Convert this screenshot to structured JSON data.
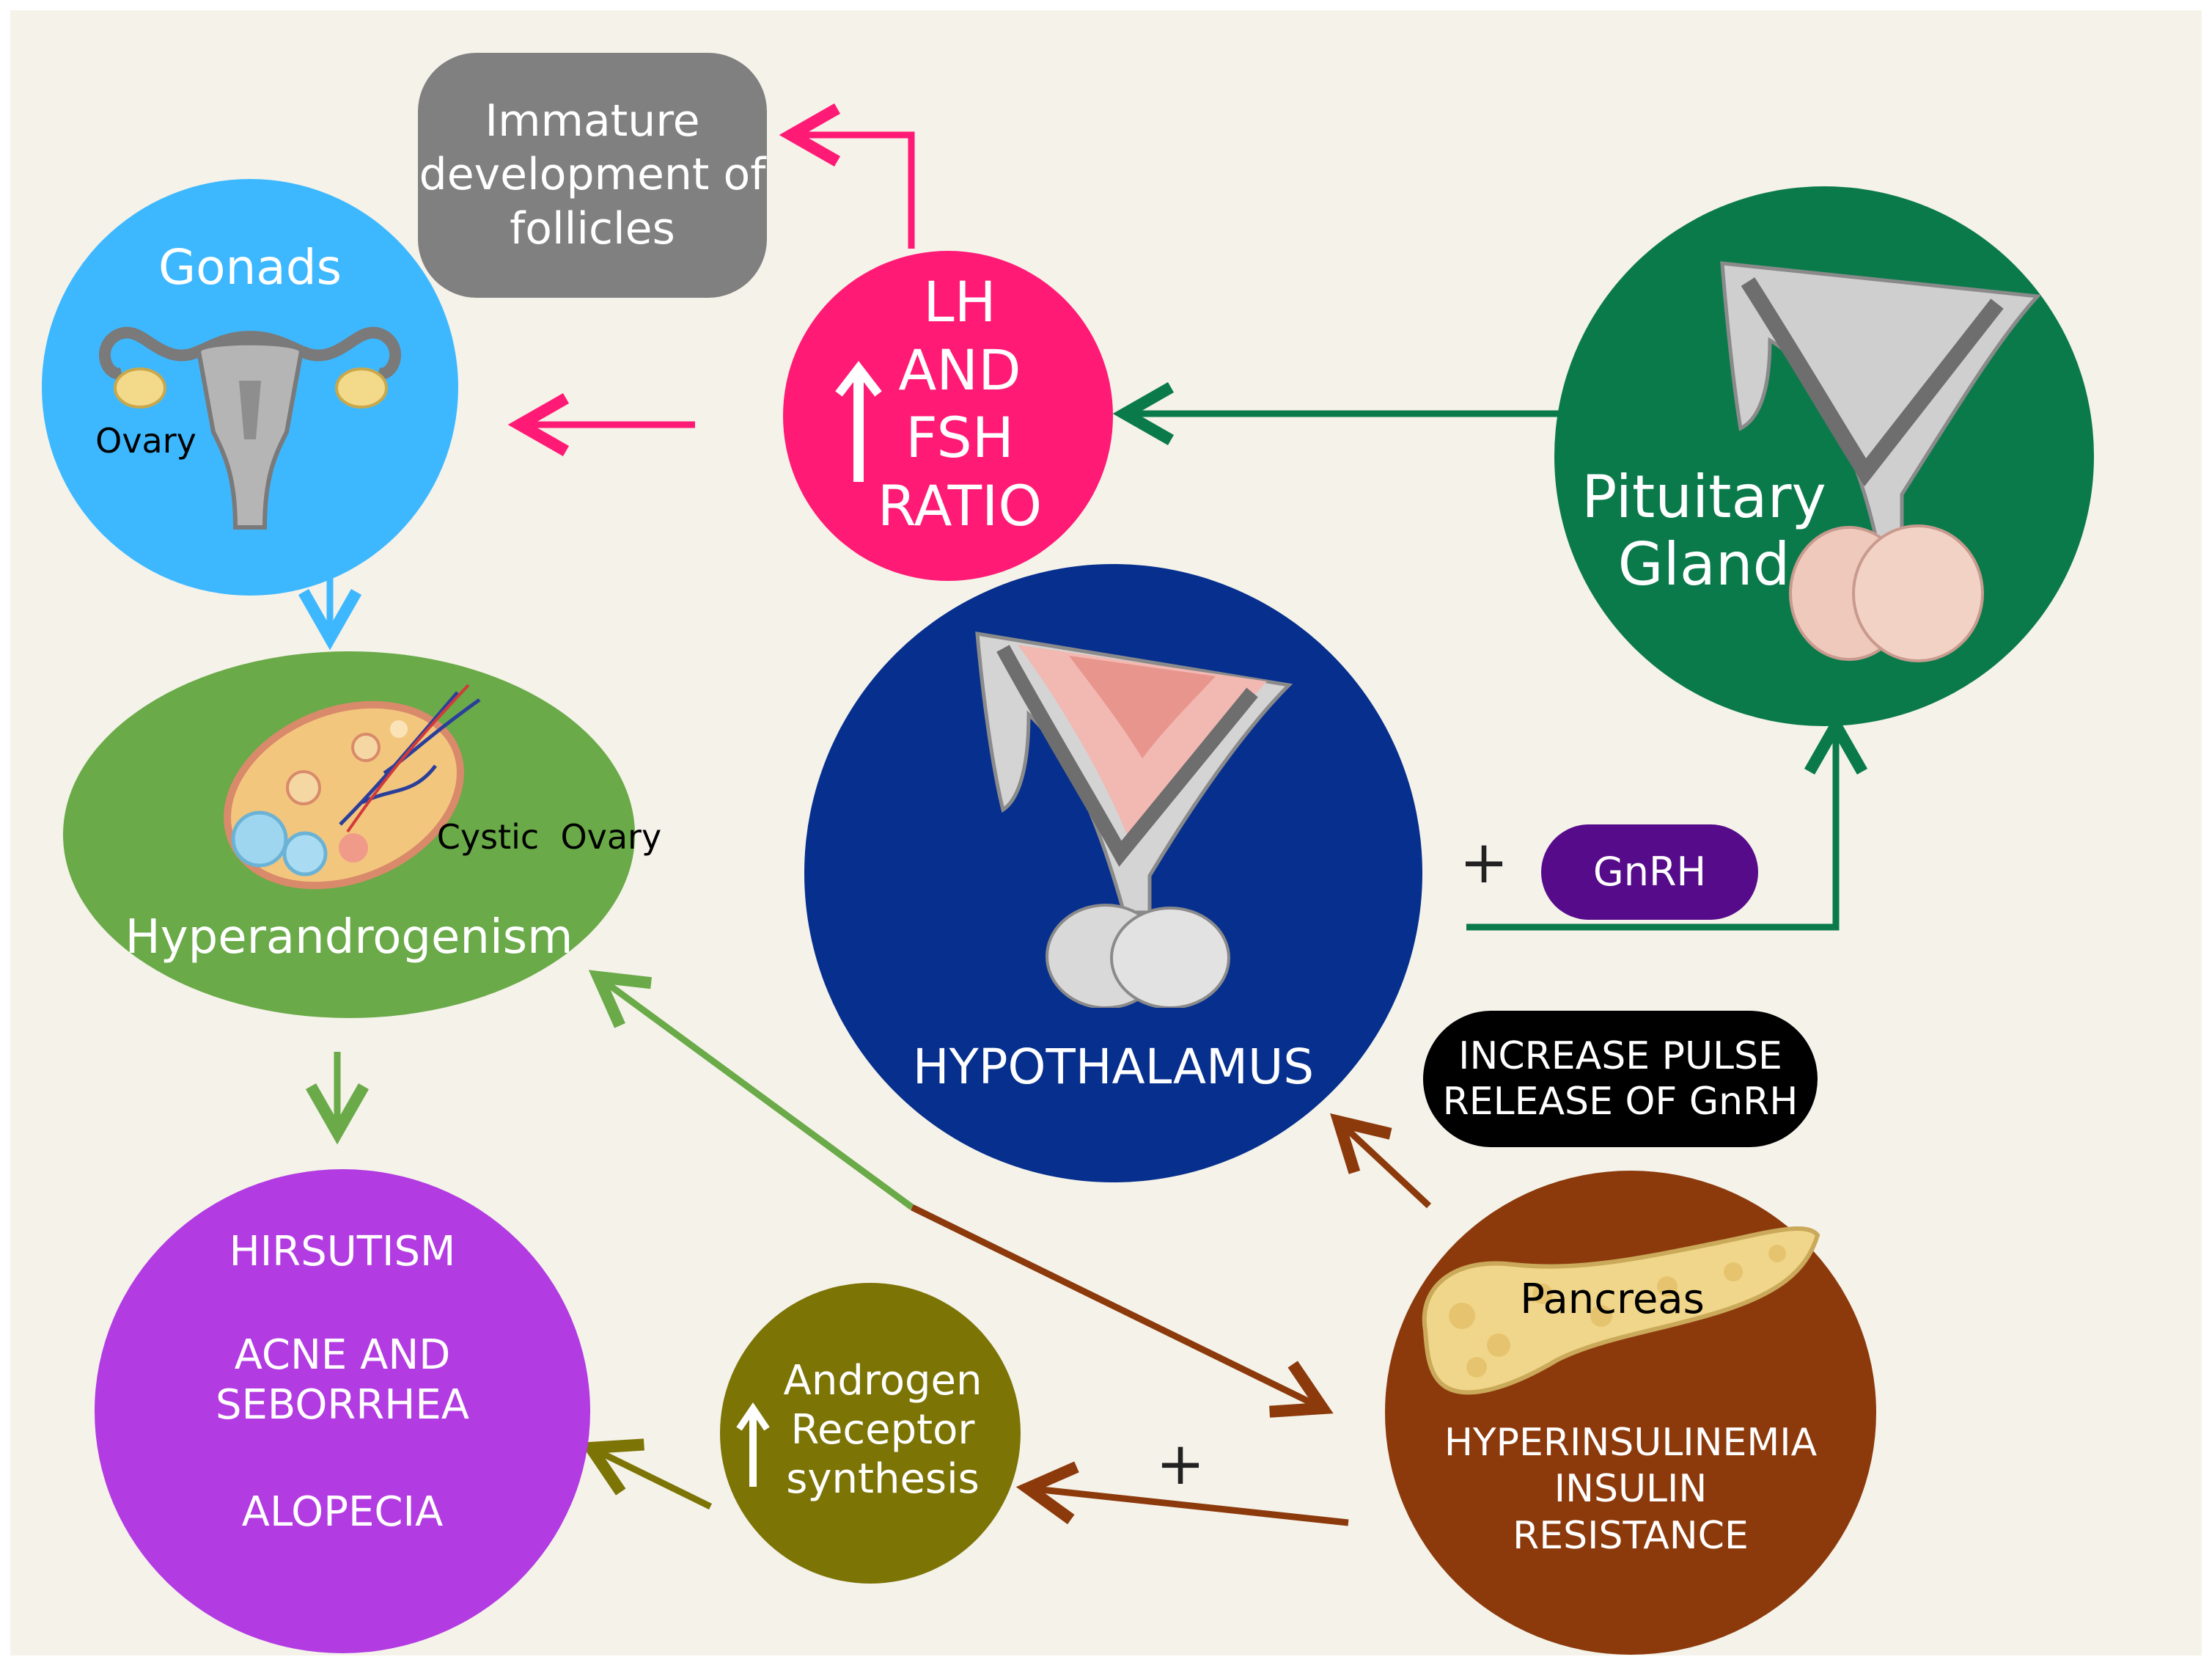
{
  "nodes": {
    "immature": "Immature\ndevelopment of\nfollicles",
    "gonads_title": "Gonads",
    "ovary_label": "Ovary",
    "lh_fsh": "LH\nAND\nFSH\nRATIO",
    "pituitary": "Pituitary\nGland",
    "hypothalamus": "HYPOTHALAMUS",
    "cystic_ovary": "Cystic  Ovary",
    "hyperandrogenism": "Hyperandrogenism",
    "gnrh": "GnRH",
    "pulse": "INCREASE PULSE\nRELEASE OF GnRH",
    "symptoms": {
      "hirsutism": "HIRSUTISM",
      "acne": "ACNE AND\nSEBORRHEA",
      "alopecia": "ALOPECIA"
    },
    "androgen": "Androgen\nReceptor\nsynthesis",
    "pancreas_label": "Pancreas",
    "insulin": "HYPERINSULINEMIA\nINSULIN\nRESISTANCE"
  },
  "signs": {
    "gnrh_plus": "+",
    "androgen_plus": "+"
  },
  "colors": {
    "background": "#f4f2e9",
    "gonads": "#3db8ff",
    "lh_fsh": "#ff1a75",
    "pituitary": "#0b7a4b",
    "hypothalamus": "#062f8e",
    "hyperandrogenism": "#6aaa48",
    "symptoms": "#b23be2",
    "androgen": "#7d7406",
    "insulin": "#8c3a0c",
    "gnrh_pill": "#560b8a",
    "pulse_pill": "#000000",
    "immature_box": "#808080"
  },
  "icons": [
    "uterus-ovary-icon",
    "pituitary-gland-icon",
    "hypothalamus-icon",
    "cystic-ovary-icon",
    "pancreas-icon",
    "up-arrow-icon"
  ]
}
